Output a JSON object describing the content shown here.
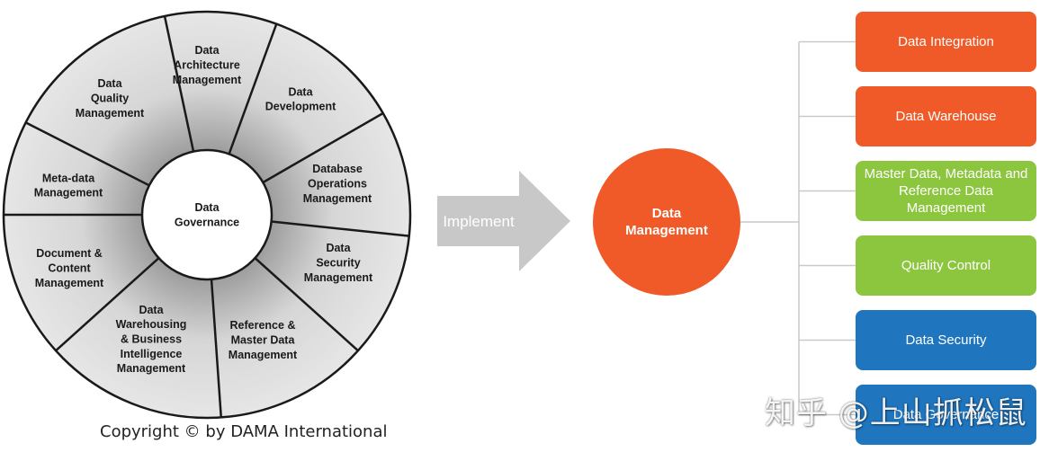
{
  "wheel": {
    "center_label": [
      "Data",
      "Governance"
    ],
    "segments": [
      {
        "id": "data-architecture-management",
        "lines": [
          "Data",
          "Architecture",
          "Management"
        ]
      },
      {
        "id": "data-development",
        "lines": [
          "Data",
          "Development"
        ]
      },
      {
        "id": "database-operations-management",
        "lines": [
          "Database",
          "Operations",
          "Management"
        ]
      },
      {
        "id": "data-security-management",
        "lines": [
          "Data",
          "Security",
          "Management"
        ]
      },
      {
        "id": "reference-master-data-management",
        "lines": [
          "Reference &",
          "Master Data",
          "Management"
        ]
      },
      {
        "id": "data-warehousing-bi-management",
        "lines": [
          "Data",
          "Warehousing",
          "& Business",
          "Intelligence",
          "Management"
        ]
      },
      {
        "id": "document-content-management",
        "lines": [
          "Document &",
          "Content",
          "Management"
        ]
      },
      {
        "id": "meta-data-management",
        "lines": [
          "Meta-data",
          "Management"
        ]
      },
      {
        "id": "data-quality-management",
        "lines": [
          "Data",
          "Quality",
          "Management"
        ]
      }
    ]
  },
  "copyright": "Copyright © by DAMA International",
  "arrow_label": "Implement",
  "hub_label": [
    "Data",
    "Management"
  ],
  "boxes": [
    {
      "label": "Data Integration",
      "color": "#f05a28"
    },
    {
      "label": "Data Warehouse",
      "color": "#f05a28"
    },
    {
      "label": "Master Data, Metadata and Reference Data Management",
      "color": "#8cc63f"
    },
    {
      "label": "Quality Control",
      "color": "#8cc63f"
    },
    {
      "label": "Data Security",
      "color": "#1f75be"
    },
    {
      "label": "Data Governance",
      "color": "#1f75be"
    }
  ],
  "colors": {
    "wheel_outer": "#e4e4e4",
    "wheel_inner": "#9a9a9a",
    "arrow": "#c8c8c8",
    "hub": "#f05a28",
    "connector": "#c9c9c9"
  },
  "watermark": "知乎 @上山抓松鼠"
}
